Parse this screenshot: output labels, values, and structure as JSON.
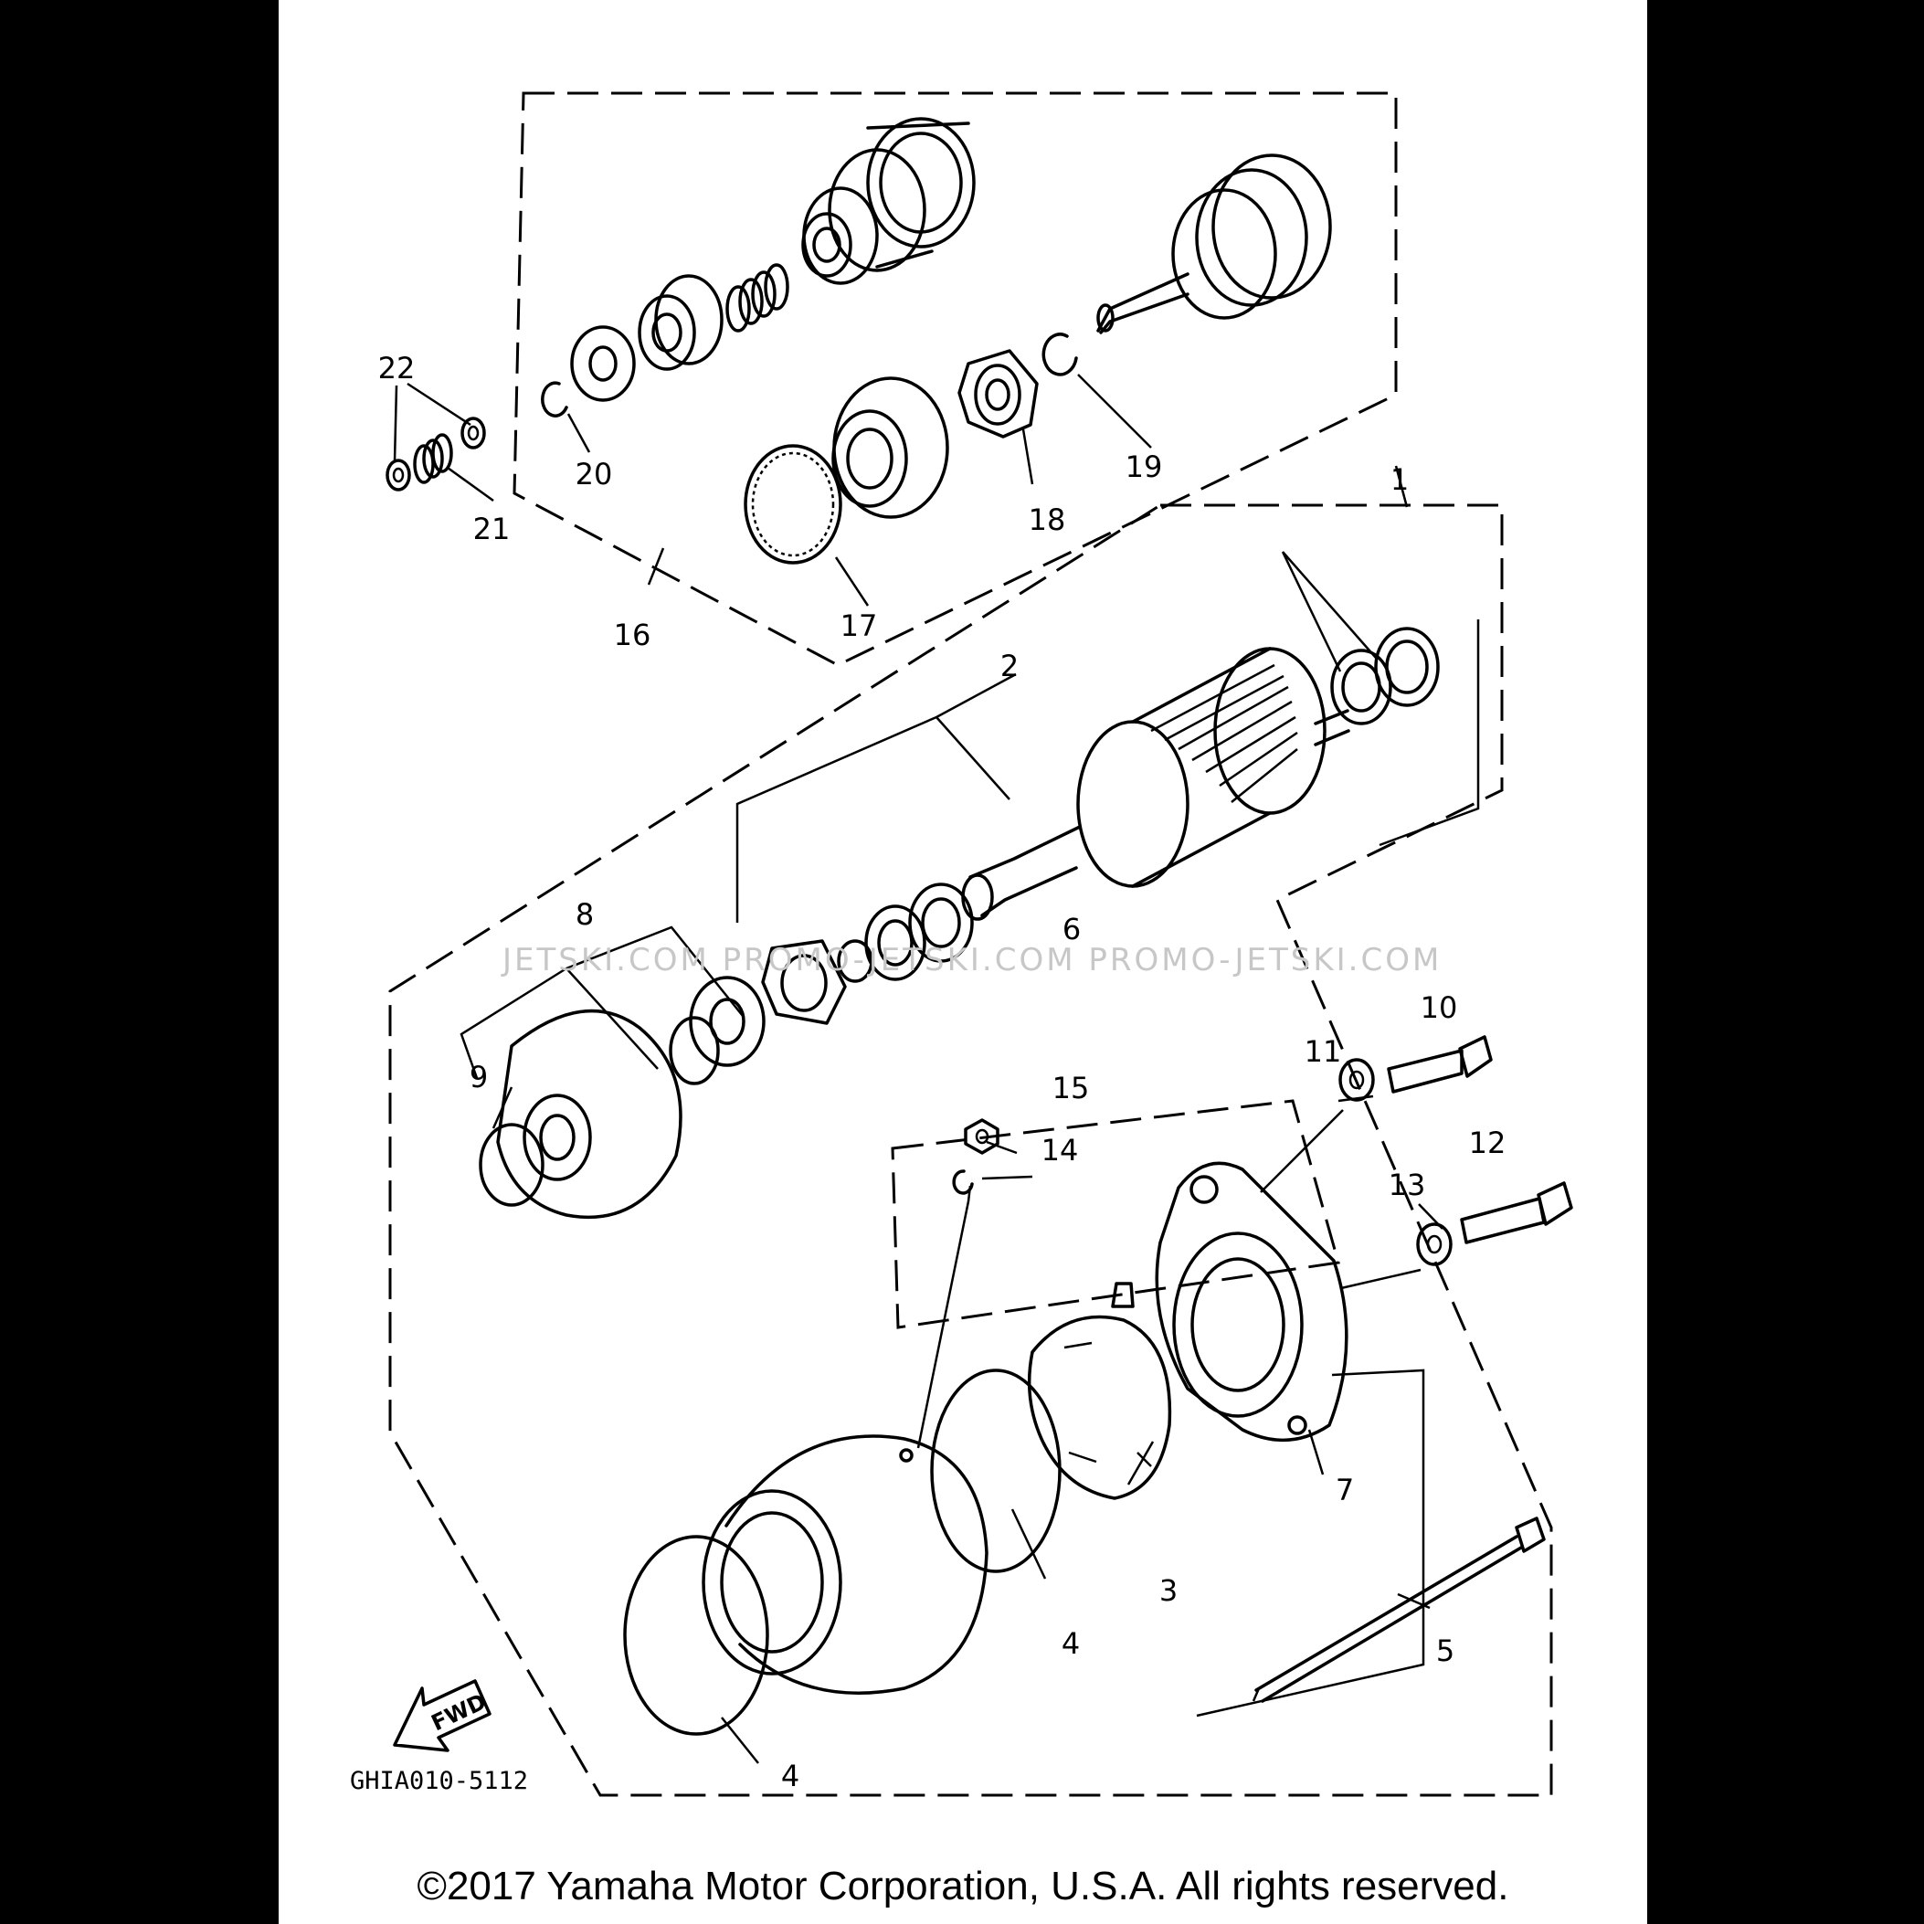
{
  "diagram_code": "GHIA010-5112",
  "fwd_label": "FWD",
  "watermark": "JETSKI.COM   PROMO-JETSKI.COM   PROMO-JETSKI.COM",
  "copyright": "©2017 Yamaha Motor Corporation, U.S.A. All rights reserved.",
  "callouts": {
    "c1": "1",
    "c2": "2",
    "c3": "3",
    "c4a": "4",
    "c4b": "4",
    "c5": "5",
    "c6": "6",
    "c7": "7",
    "c8": "8",
    "c9": "9",
    "c10": "10",
    "c11": "11",
    "c12": "12",
    "c13": "13",
    "c14": "14",
    "c15": "15",
    "c16": "16",
    "c17": "17",
    "c18": "18",
    "c19": "19",
    "c20": "20",
    "c21": "21",
    "c22": "22"
  }
}
